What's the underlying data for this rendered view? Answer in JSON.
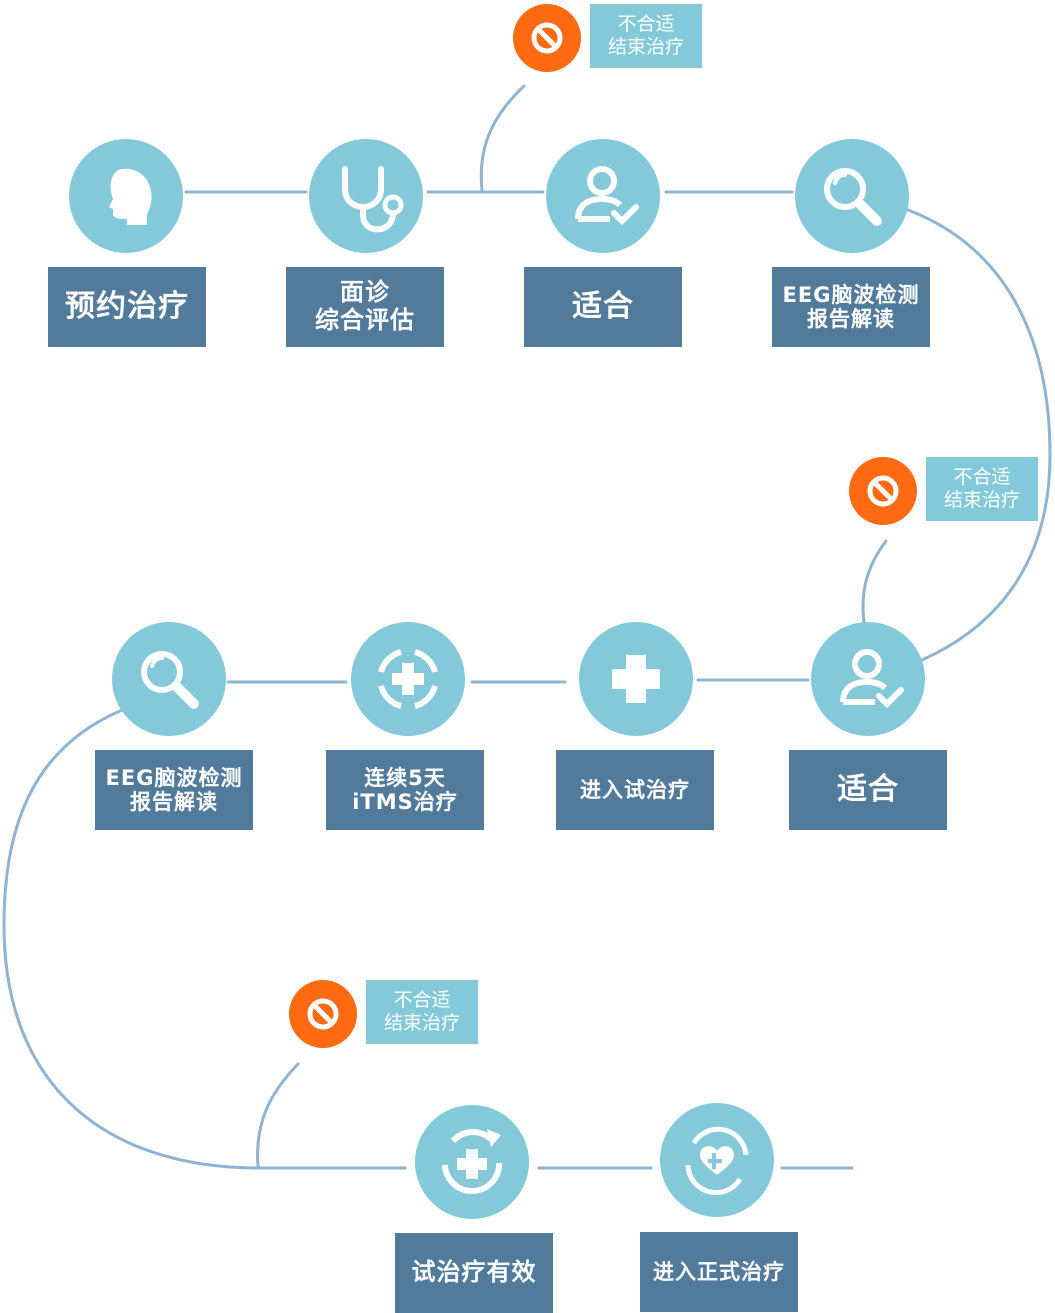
{
  "colors": {
    "node_fill": "#83c9d9",
    "label_fill": "#527a9a",
    "connector": "#8fb3d3",
    "exit_icon": "#ff6a13",
    "exit_box": "#83c9d9"
  },
  "steps": [
    {
      "icon": "head-profile-icon",
      "lines": [
        "预约治疗"
      ]
    },
    {
      "icon": "stethoscope-icon",
      "lines": [
        "面诊",
        "综合评估"
      ]
    },
    {
      "icon": "person-check-icon",
      "lines": [
        "适合"
      ]
    },
    {
      "icon": "magnifier-icon",
      "lines": [
        "EEG脑波检测",
        "报告解读"
      ]
    },
    {
      "icon": "person-check-icon",
      "lines": [
        "适合"
      ]
    },
    {
      "icon": "medical-cross-icon",
      "lines": [
        "进入试治疗"
      ]
    },
    {
      "icon": "target-cross-icon",
      "lines": [
        "连续5天",
        "iTMS治疗"
      ]
    },
    {
      "icon": "magnifier-icon",
      "lines": [
        "EEG脑波检测",
        "报告解读"
      ]
    },
    {
      "icon": "cross-refresh-icon",
      "lines": [
        "试治疗有效"
      ]
    },
    {
      "icon": "heart-cycle-icon",
      "lines": [
        "进入正式治疗"
      ]
    }
  ],
  "exits": [
    {
      "icon": "ban-icon",
      "lines": [
        "不合适",
        "结束治疗"
      ]
    },
    {
      "icon": "ban-icon",
      "lines": [
        "不合适",
        "结束治疗"
      ]
    },
    {
      "icon": "ban-icon",
      "lines": [
        "不合适",
        "结束治疗"
      ]
    }
  ]
}
